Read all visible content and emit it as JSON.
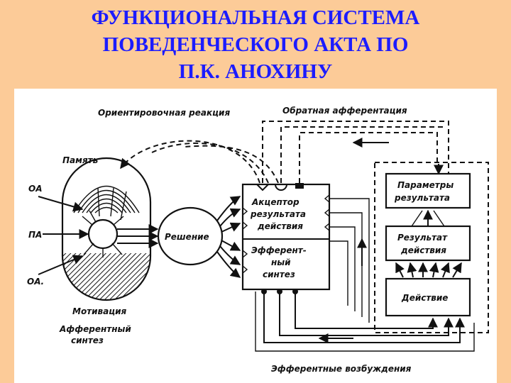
{
  "title": {
    "line1": "ФУНКЦИОНАЛЬНАЯ СИСТЕМА",
    "line2": "ПОВЕДЕНЧЕСКОГО АКТА ПО",
    "line3": "П.К. АНОХИНУ"
  },
  "diagram": {
    "orienting_reaction": "Ориентировочная  реакция",
    "feedback_afferentation": "Обратная  афферентация",
    "memory": "Память",
    "oa_top": "ОА",
    "pa": "ПА",
    "oa_bottom": "ОА.",
    "motivation": "Мотивация",
    "afferent_synthesis_1": "Афферентный",
    "afferent_synthesis_2": "синтез",
    "decision": "Решение",
    "acceptor_1": "Акцептор",
    "acceptor_2": "результата",
    "acceptor_3": "действия",
    "efferent_1": "Эфферент-",
    "efferent_2": "ный",
    "efferent_3": "синтез",
    "params_1": "Параметры",
    "params_2": "результата",
    "result_1": "Результат",
    "result_2": "действия",
    "action": "Действие",
    "efferent_excitations": "Эфферентные  возбуждения"
  }
}
